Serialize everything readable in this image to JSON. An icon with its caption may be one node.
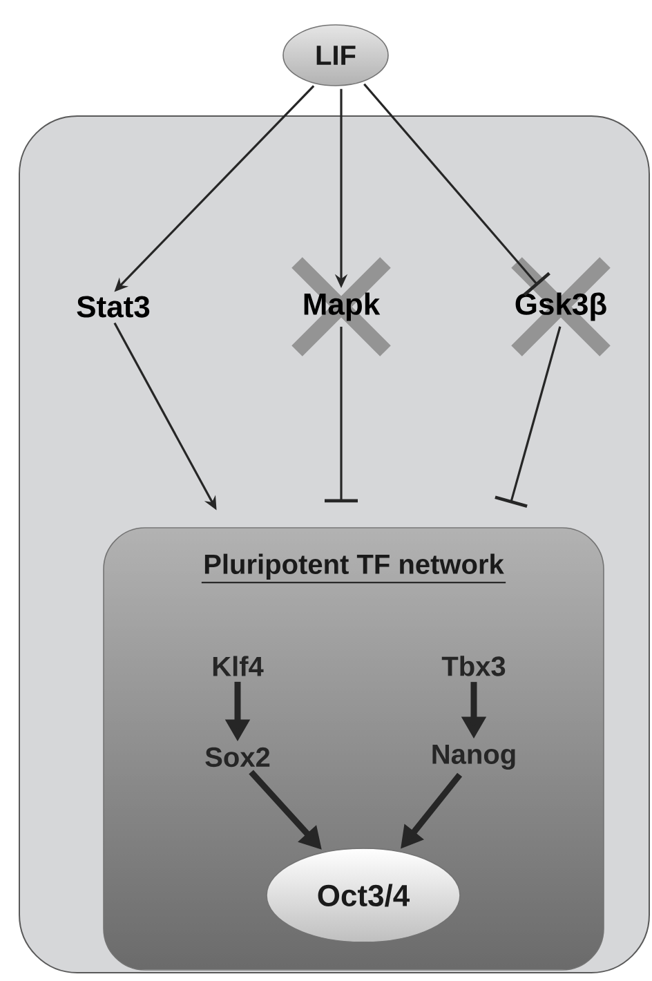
{
  "diagram": {
    "nodes": [
      {
        "text": [
          "LIF"
        ]
      },
      {
        "text": [],
        "shape": "box"
      },
      {
        "text": [
          "Stat3"
        ],
        "in": 1
      },
      {
        "text": [
          "Mapk"
        ],
        "in": 1
      },
      {
        "text": [
          "Gsk3β"
        ],
        "in": 1
      },
      {
        "text": [
          "Pluripotent TF network"
        ],
        "in": 1
      },
      {
        "text": [
          "Klf4"
        ],
        "in": 5
      },
      {
        "text": [
          "Tbx3"
        ],
        "in": 5
      },
      {
        "text": [
          "Sox2"
        ],
        "in": 5
      },
      {
        "text": [
          "Nanog"
        ],
        "in": 5
      },
      {
        "text": [
          "Oct3/4"
        ],
        "in": 5
      }
    ],
    "edges": [
      {
        "from": 0,
        "to": 2,
        "arrow": "to"
      },
      {
        "from": 0,
        "to": 3,
        "arrow": "to"
      },
      {
        "from": 0,
        "to": 4,
        "arrow": "other"
      },
      {
        "from": 2,
        "to": 5,
        "arrow": "to"
      },
      {
        "from": 3,
        "to": 5,
        "arrow": "other"
      },
      {
        "from": 4,
        "to": 5,
        "arrow": "other"
      },
      {
        "from": 6,
        "to": 8,
        "arrow": "to",
        "style": "thick"
      },
      {
        "from": 7,
        "to": 9,
        "arrow": "to",
        "style": "thick"
      },
      {
        "from": 8,
        "to": 10,
        "arrow": "to",
        "style": "thick"
      },
      {
        "from": 9,
        "to": 10,
        "arrow": "to",
        "style": "thick"
      }
    ]
  }
}
